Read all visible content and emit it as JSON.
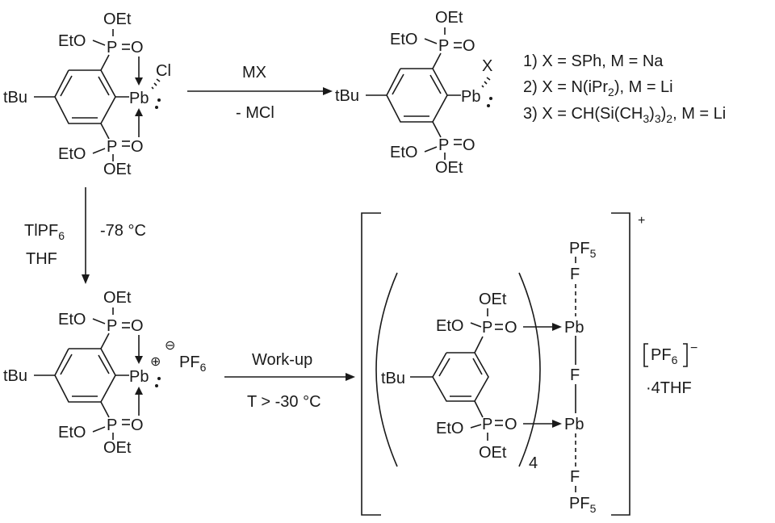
{
  "atoms": {
    "OEt": "OEt",
    "EtO": "EtO",
    "P": "P",
    "O": "O",
    "Pb": "Pb",
    "tBu": "tBu",
    "Cl": "Cl",
    "X": "X",
    "F": "F",
    "PF": "PF",
    "five": "5",
    "six": "6",
    "plus_circle": "⊕",
    "minus_circle": "⊖",
    "plus": "+",
    "minus": "−",
    "four": "4"
  },
  "reaction1": {
    "reagent": "MX",
    "byproduct": "- MCl"
  },
  "reaction2": {
    "reagent_main": "TlPF",
    "reagent_sub": "6",
    "temperature": "-78 °C",
    "solvent": "THF"
  },
  "reaction3": {
    "label": "Work-up",
    "condition": "T > -30 °C"
  },
  "variants": [
    {
      "prefix": "1) X = SPh, M = Na"
    },
    {
      "prefix": "2) X = N(iPr",
      "sub": "2",
      "suffix": "), M = Li"
    },
    {
      "prefix": "3) X = CH(Si(CH",
      "sub1": "3",
      "mid": ")",
      "sub2": "3",
      "mid2": ")",
      "sub3": "2",
      "suffix": ", M = Li"
    }
  ],
  "product_extra": {
    "solvate": "·4THF"
  }
}
